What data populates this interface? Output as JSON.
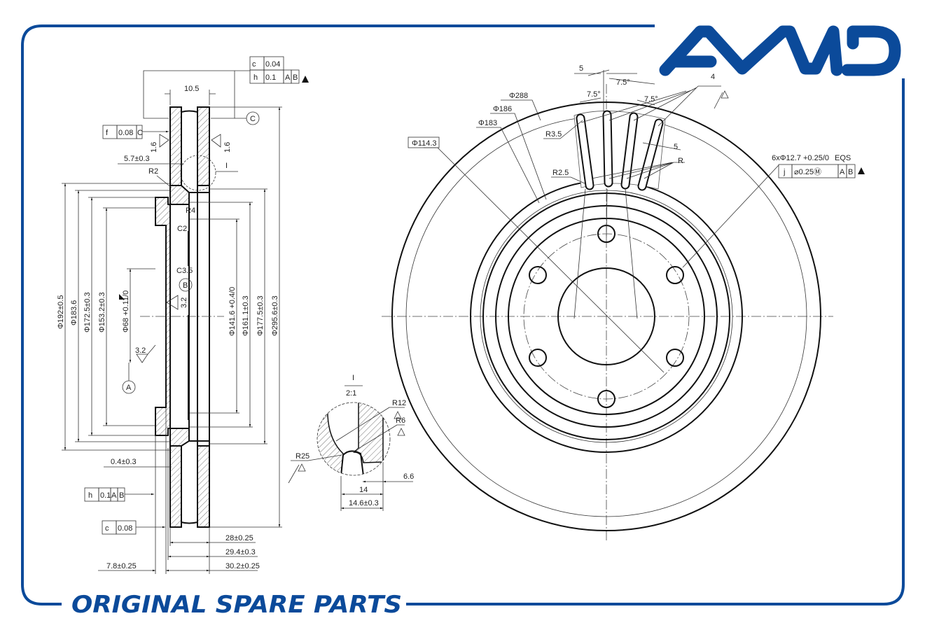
{
  "brand": {
    "logo_text": "AMD",
    "tagline": "ORIGINAL SPARE PARTS",
    "color": "#0b4a9a"
  },
  "side_view": {
    "top_frame": {
      "sym1": "c",
      "val1": "0.04",
      "sym2": "h",
      "val2": "0.1",
      "ref_a": "A",
      "ref_b": "B"
    },
    "width_top": "10.5",
    "datum_c": "C",
    "flatness_frame": {
      "sym": "f",
      "val": "0.08",
      "ref": "C"
    },
    "rough_left": "1.6",
    "rough_right": "1.6",
    "offset": "5.7±0.3",
    "r2": "R2",
    "r4": "R4",
    "c2": "C2",
    "c35": "C3.5",
    "datum_b": "B",
    "rough_32a": "3.2",
    "rough_32b": "3.2",
    "datum_a": "A",
    "detail_mark": "I",
    "diameters_left": [
      "Φ192±0.5",
      "Φ183.6",
      "Φ172.5±0.3",
      "Φ153.2±0.3",
      "Φ68 +0.11/0"
    ],
    "diameters_right": [
      "Φ141.6 +0.4/0",
      "Φ161.1±0.3",
      "Φ177.5±0.3",
      "Φ295.6±0.3"
    ],
    "gap": "0.4±0.3",
    "runout_frame": {
      "sym": "h",
      "val": "0.1",
      "ref_a": "A",
      "ref_b": "B"
    },
    "flat_frame": {
      "sym": "c",
      "val": "0.08"
    },
    "thickness": [
      "28±0.25",
      "29.4±0.3",
      "30.2±0.25"
    ],
    "hat_thick": "7.8±0.25"
  },
  "detail_view": {
    "title": "I",
    "scale": "2:1",
    "r12": "R12",
    "r6": "R6",
    "r25": "R25",
    "d66": "6.6",
    "d14": "14",
    "d146": "14.6±0.3"
  },
  "front_view": {
    "d5_top": "5",
    "ang1": "7.5°",
    "ang2": "7.5°",
    "ang3": "7.5°",
    "rough4": "4",
    "d288": "Φ288",
    "d186": "Φ186",
    "d183": "Φ183",
    "d1143": "Φ114.3",
    "r35": "R3.5",
    "r25": "R2.5",
    "d5_slot": "5",
    "r": "R",
    "holes": "6xΦ12.7 +0.25/0",
    "eqs": "EQS",
    "pos_frame": {
      "sym": "j",
      "val": "⌀0.25Ⓜ",
      "ref_a": "A",
      "ref_b": "B"
    }
  }
}
